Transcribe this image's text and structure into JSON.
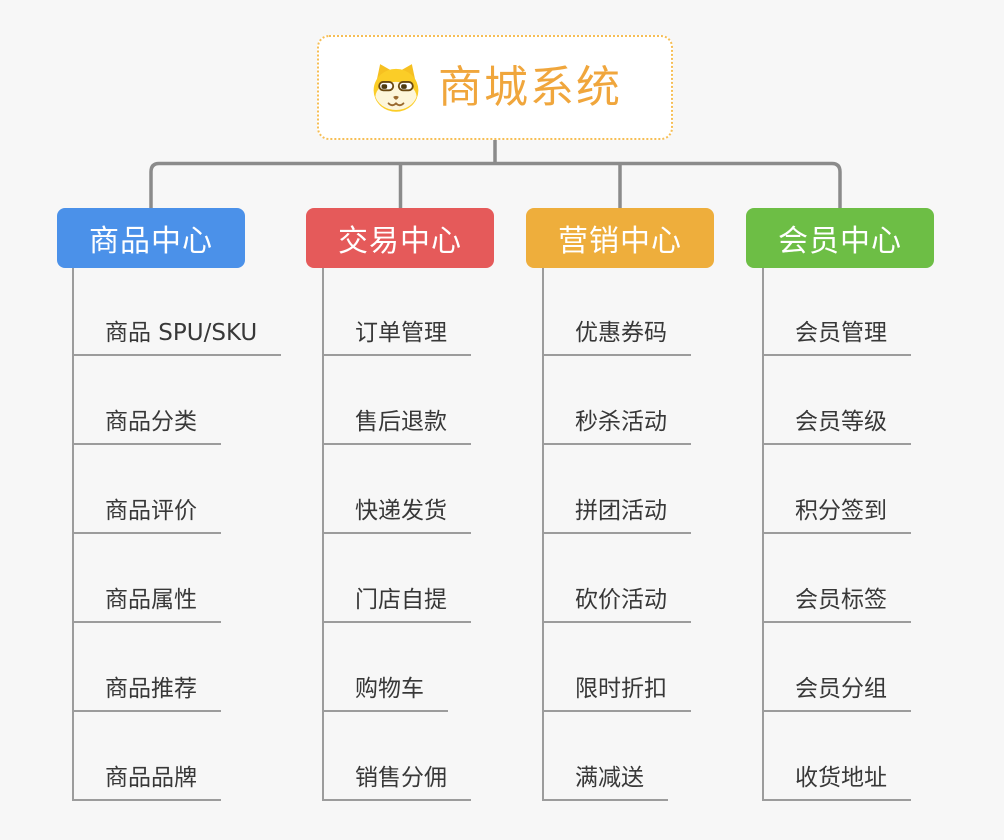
{
  "root": {
    "title": "商城系统",
    "icon": "dog-icon"
  },
  "branches": [
    {
      "label": "商品中心",
      "color": "#4b91e9",
      "items": [
        "商品 SPU/SKU",
        "商品分类",
        "商品评价",
        "商品属性",
        "商品推荐",
        "商品品牌"
      ]
    },
    {
      "label": "交易中心",
      "color": "#e55a5a",
      "items": [
        "订单管理",
        "售后退款",
        "快递发货",
        "门店自提",
        "购物车",
        "销售分佣"
      ]
    },
    {
      "label": "营销中心",
      "color": "#eeae3c",
      "items": [
        "优惠券码",
        "秒杀活动",
        "拼团活动",
        "砍价活动",
        "限时折扣",
        "满减送"
      ]
    },
    {
      "label": "会员中心",
      "color": "#6dbe45",
      "items": [
        "会员管理",
        "会员等级",
        "积分签到",
        "会员标签",
        "会员分组",
        "收货地址"
      ]
    }
  ],
  "colors": {
    "background": "#f7f7f7",
    "root_border": "#f6be55",
    "root_title": "#f0a63c",
    "connector": "#8b8b8b",
    "leaf_line": "#9c9c9c",
    "leaf_text": "#383838"
  }
}
